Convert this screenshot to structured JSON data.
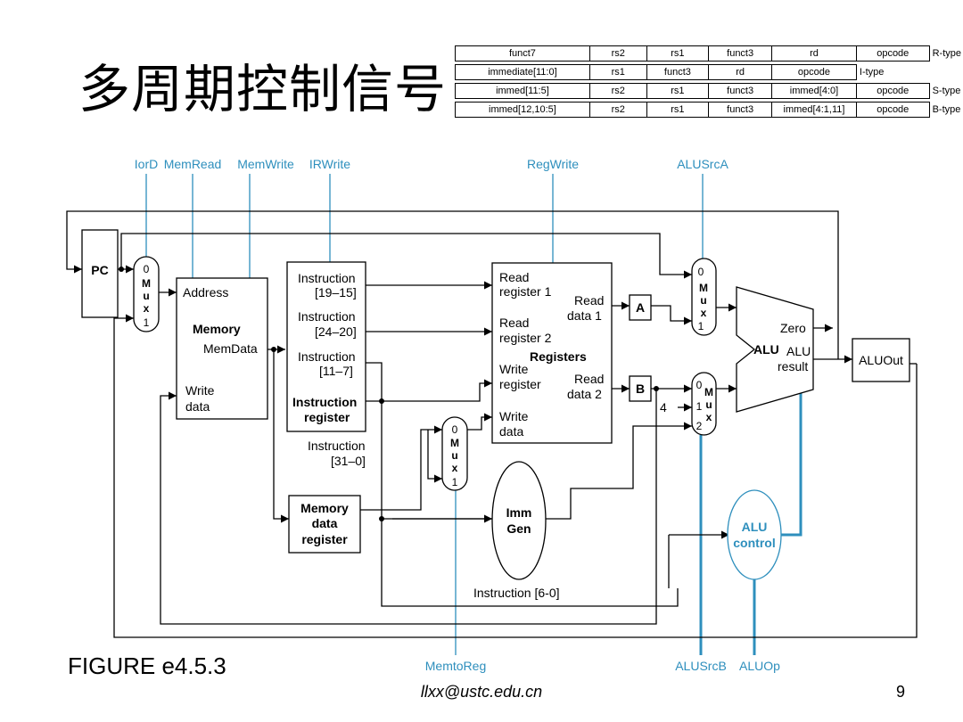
{
  "title": "多周期控制信号",
  "instruction_formats": [
    {
      "fields": [
        {
          "text": "funct7",
          "w": 106
        },
        {
          "text": "rs2",
          "w": 86
        },
        {
          "text": "rs1",
          "w": 88
        },
        {
          "text": "funct3",
          "w": 48
        },
        {
          "text": "rd",
          "w": 90
        },
        {
          "text": "opcode",
          "w": 104
        }
      ],
      "type": "R-type"
    },
    {
      "fields": [
        {
          "text": "immediate[11:0]",
          "w": 192
        },
        {
          "text": "rs1",
          "w": 88
        },
        {
          "text": "funct3",
          "w": 48
        },
        {
          "text": "rd",
          "w": 90
        },
        {
          "text": "opcode",
          "w": 104
        }
      ],
      "type": "I-type"
    },
    {
      "fields": [
        {
          "text": "immed[11:5]",
          "w": 106
        },
        {
          "text": "rs2",
          "w": 86
        },
        {
          "text": "rs1",
          "w": 88
        },
        {
          "text": "funct3",
          "w": 48
        },
        {
          "text": "immed[4:0]",
          "w": 90
        },
        {
          "text": "opcode",
          "w": 104
        }
      ],
      "type": "S-type"
    },
    {
      "fields": [
        {
          "text": "immed[12,10:5]",
          "w": 106
        },
        {
          "text": "rs2",
          "w": 86
        },
        {
          "text": "rs1",
          "w": 88
        },
        {
          "text": "funct3",
          "w": 48
        },
        {
          "text": "immed[4:1,11]",
          "w": 90
        },
        {
          "text": "opcode",
          "w": 104
        }
      ],
      "type": "B-type"
    }
  ],
  "signals": {
    "iord": "IorD",
    "memread": "MemRead",
    "memwrite": "MemWrite",
    "irwrite": "IRWrite",
    "regwrite": "RegWrite",
    "alusrca": "ALUSrcA",
    "memtoreg": "MemtoReg",
    "alusrcb": "ALUSrcB",
    "aluop": "ALUOp"
  },
  "pc": {
    "label": "PC"
  },
  "mux": {
    "m": "M",
    "u": "u",
    "x": "x",
    "in0": "0",
    "in1": "1",
    "in2": "2"
  },
  "memory": {
    "address": "Address",
    "name": "Memory",
    "memdata": "MemData",
    "write1": "Write",
    "write2": "data"
  },
  "ir": {
    "f1a": "Instruction",
    "f1b": "[19–15]",
    "f2a": "Instruction",
    "f2b": "[24–20]",
    "f3a": "Instruction",
    "f3b": "[11–7]",
    "name1": "Instruction",
    "name2": "register",
    "f4a": "Instruction",
    "f4b": "[31–0]"
  },
  "mdr": {
    "l1": "Memory",
    "l2": "data",
    "l3": "register"
  },
  "registers": {
    "rr1a": "Read",
    "rr1b": "register 1",
    "rd1a": "Read",
    "rd1b": "data 1",
    "rr2a": "Read",
    "rr2b": "register 2",
    "name": "Registers",
    "wra": "Write",
    "wrb": "register",
    "rd2a": "Read",
    "rd2b": "data 2",
    "wda": "Write",
    "wdb": "data"
  },
  "a_reg": "A",
  "b_reg": "B",
  "const4": "4",
  "immgen": {
    "l1": "Imm",
    "l2": "Gen",
    "field": "Instruction [6-0]"
  },
  "alu": {
    "zero": "Zero",
    "name": "ALU",
    "res1": "ALU",
    "res2": "result"
  },
  "aluout": "ALUOut",
  "alucontrol": {
    "l1": "ALU",
    "l2": "control"
  },
  "figure_caption": "FIGURE e4.5.3",
  "footer_email": "llxx@ustc.edu.cn",
  "page_number": "9",
  "colors": {
    "control": "#2e8fbd",
    "wire": "#000000"
  }
}
